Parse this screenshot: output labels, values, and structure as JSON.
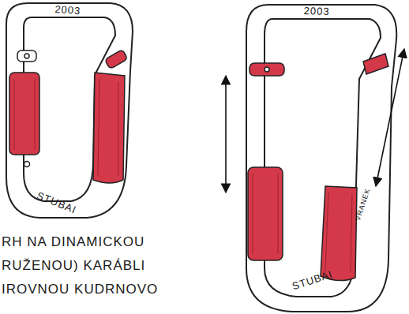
{
  "diagram": {
    "labels": [
      "2003",
      "STUBAI",
      "2003",
      "STUBAI",
      "VRANEK",
      "RH NA DINAMICKOU RUŽENOU) KARÁBLI IROVNOU KUDRNOVO"
    ]
  }
}
